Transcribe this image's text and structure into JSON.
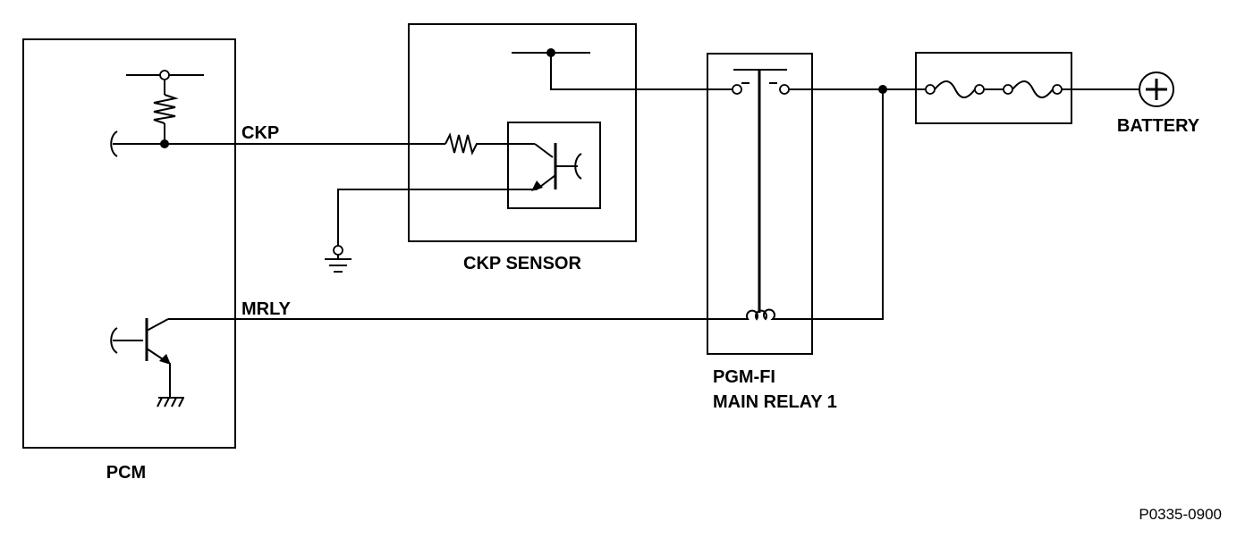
{
  "components": {
    "pcm": "PCM",
    "ckp_sensor": "CKP SENSOR",
    "relay_line1": "PGM-FI",
    "relay_line2": "MAIN RELAY 1",
    "battery": "BATTERY"
  },
  "wires": {
    "ckp": "CKP",
    "mrly": "MRLY"
  },
  "figure_code": "P0335-0900"
}
